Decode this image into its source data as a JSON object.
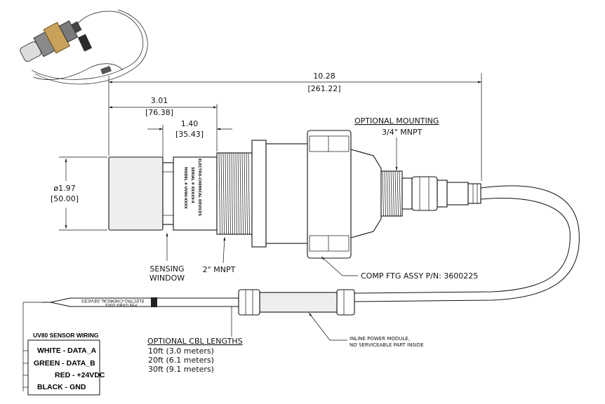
{
  "dimensions": {
    "overall_length": "10.28",
    "overall_length_mm": "[261.22]",
    "body_length": "3.01",
    "body_length_mm": "[76.38]",
    "window_length": "1.40",
    "window_length_mm": "[35.43]",
    "diameter": "ø1.97",
    "diameter_mm": "[50.00]"
  },
  "callouts": {
    "optional_mounting": "OPTIONAL MOUNTING",
    "mounting_thread": "3/4\" MNPT",
    "sensing_window_line1": "SENSING",
    "sensing_window_line2": "WINDOW",
    "main_thread": "2\" MNPT",
    "comp_ftg": "COMP FTG ASSY P/N: 3600225",
    "inline_module_line1": "INLINE POWER MODULE,",
    "inline_module_line2": "NO SERVICEABLE PART INSIDE"
  },
  "label_plate": {
    "model": "MODEL # UV80-XXXX",
    "serial": "SERIAL # XXXXX-X",
    "maker": "ELECTRO-CHEMICAL DEVICES"
  },
  "cable_lengths": {
    "title": "OPTIONAL CBL LENGTHS",
    "items": [
      "10ft (3.0 meters)",
      "20ft (6.1 meters)",
      "30ft (9.1 meters)"
    ]
  },
  "wiring": {
    "title": "UV80 SENSOR WIRING",
    "wires": [
      "WHITE - DATA_A",
      "GREEN - DATA_B",
      "RED - +24VDC",
      "BLACK - GND"
    ]
  }
}
